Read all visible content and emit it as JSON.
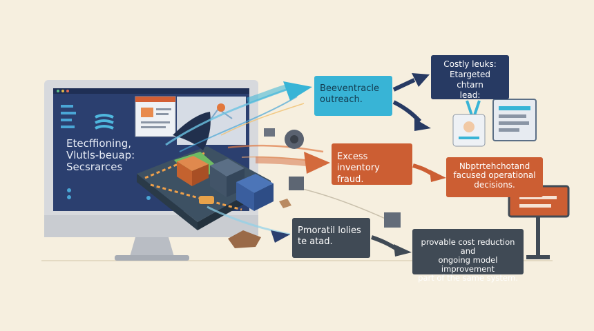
{
  "screen": {
    "lines": [
      "Etecffioning,",
      "Vlutls-beuap:",
      "Secsrarces"
    ]
  },
  "boxes": {
    "teal": [
      "Beeventracle",
      "outreach."
    ],
    "navy": [
      "Costly leuks:",
      "Etargeted chtarn",
      "lead:"
    ],
    "orange_inventory": [
      "Excess inventory",
      "fraud."
    ],
    "orange_decisions": [
      "Nbptrtehchotand",
      "facused operational",
      "decisions."
    ],
    "slate_left": [
      "Pmoratil lolies",
      "te atad."
    ],
    "slate_right": [
      "provable cost reduction and",
      "ongoing model improvement",
      "part of the same system."
    ]
  },
  "colors": {
    "background": "#f6efdf",
    "teal": "#38b4d6",
    "navy": "#273a63",
    "orange": "#cc5e33",
    "slate": "#404a55",
    "monitor_screen": "#2b3f6f"
  }
}
